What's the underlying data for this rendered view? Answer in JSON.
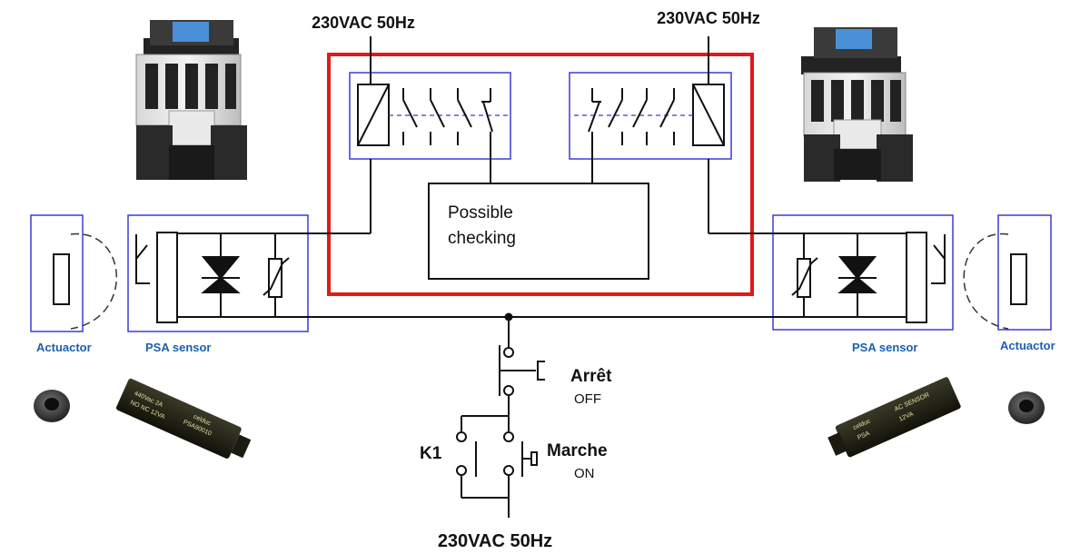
{
  "supply_labels": {
    "top_left": "230VAC 50Hz",
    "top_right": "230VAC 50Hz",
    "bottom": "230VAC 50Hz"
  },
  "checking_box": {
    "line1": "Possible",
    "line2": "checking"
  },
  "left": {
    "actuator_label": "Actuactor",
    "sensor_label": "PSA sensor",
    "sensor_print": [
      "celduc",
      "PSA90010",
      "440Vac 2A",
      "NO  NC  12VA"
    ]
  },
  "right": {
    "actuator_label": "Actuactor",
    "sensor_label": "PSA sensor",
    "sensor_print": [
      "celduc",
      "AC SENSOR",
      "PSA",
      "12VA"
    ]
  },
  "buttons": {
    "stop_label": "Arrêt",
    "stop_sub": "OFF",
    "start_label": "Marche",
    "start_sub": "ON",
    "holding_contact": "K1"
  },
  "colors": {
    "blue_frames": "#3b3bd6",
    "red_frame": "#e11919",
    "label_blue": "#1c5fb0",
    "wire": "#111111"
  }
}
